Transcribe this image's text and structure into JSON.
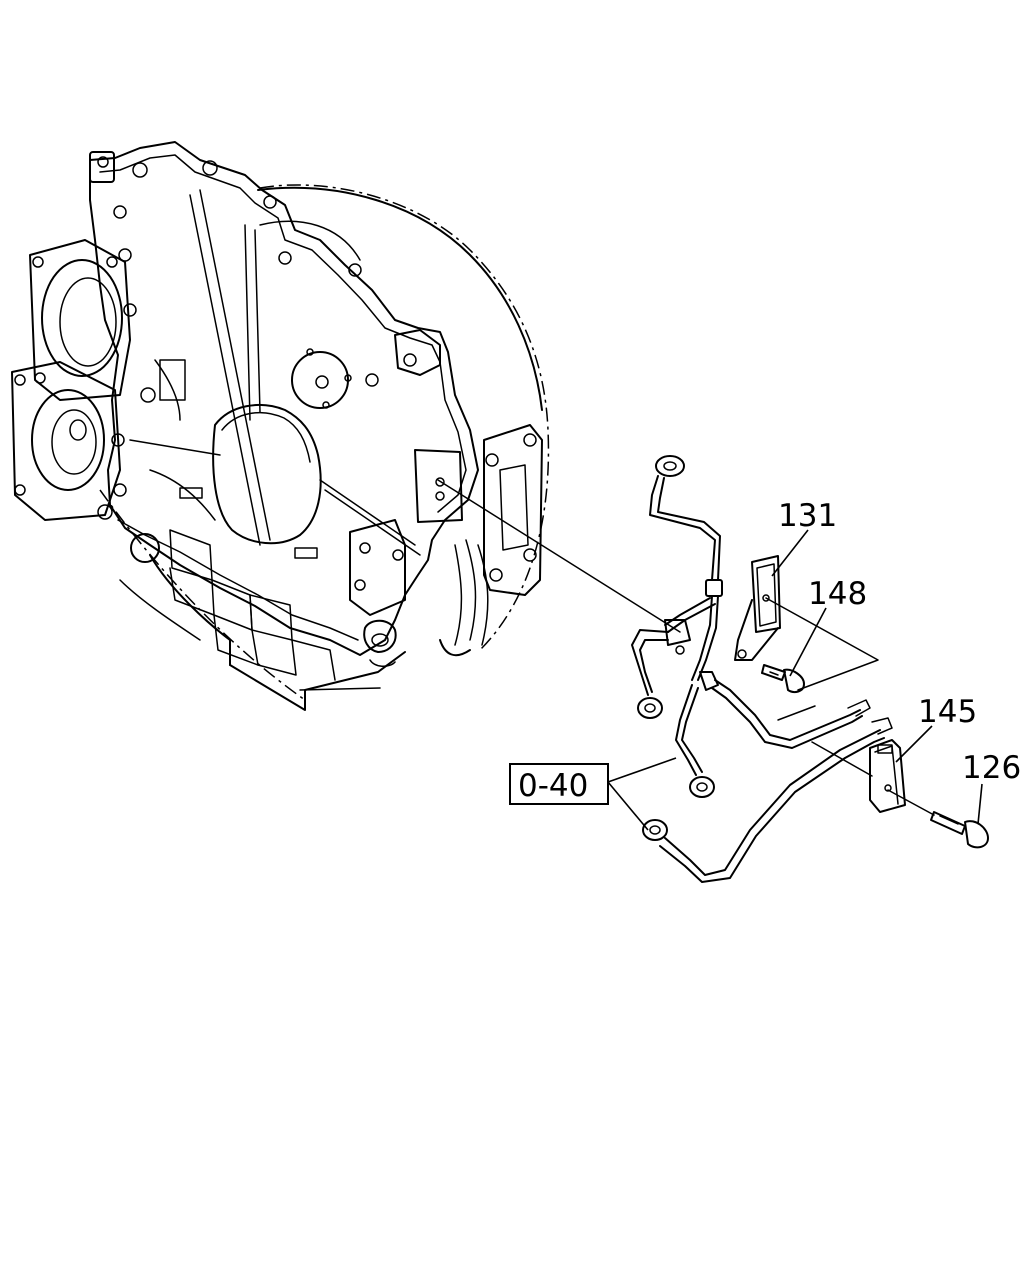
{
  "callouts": {
    "p131": "131",
    "p148": "148",
    "p145": "145",
    "p126": "126",
    "ref": "0-40"
  }
}
